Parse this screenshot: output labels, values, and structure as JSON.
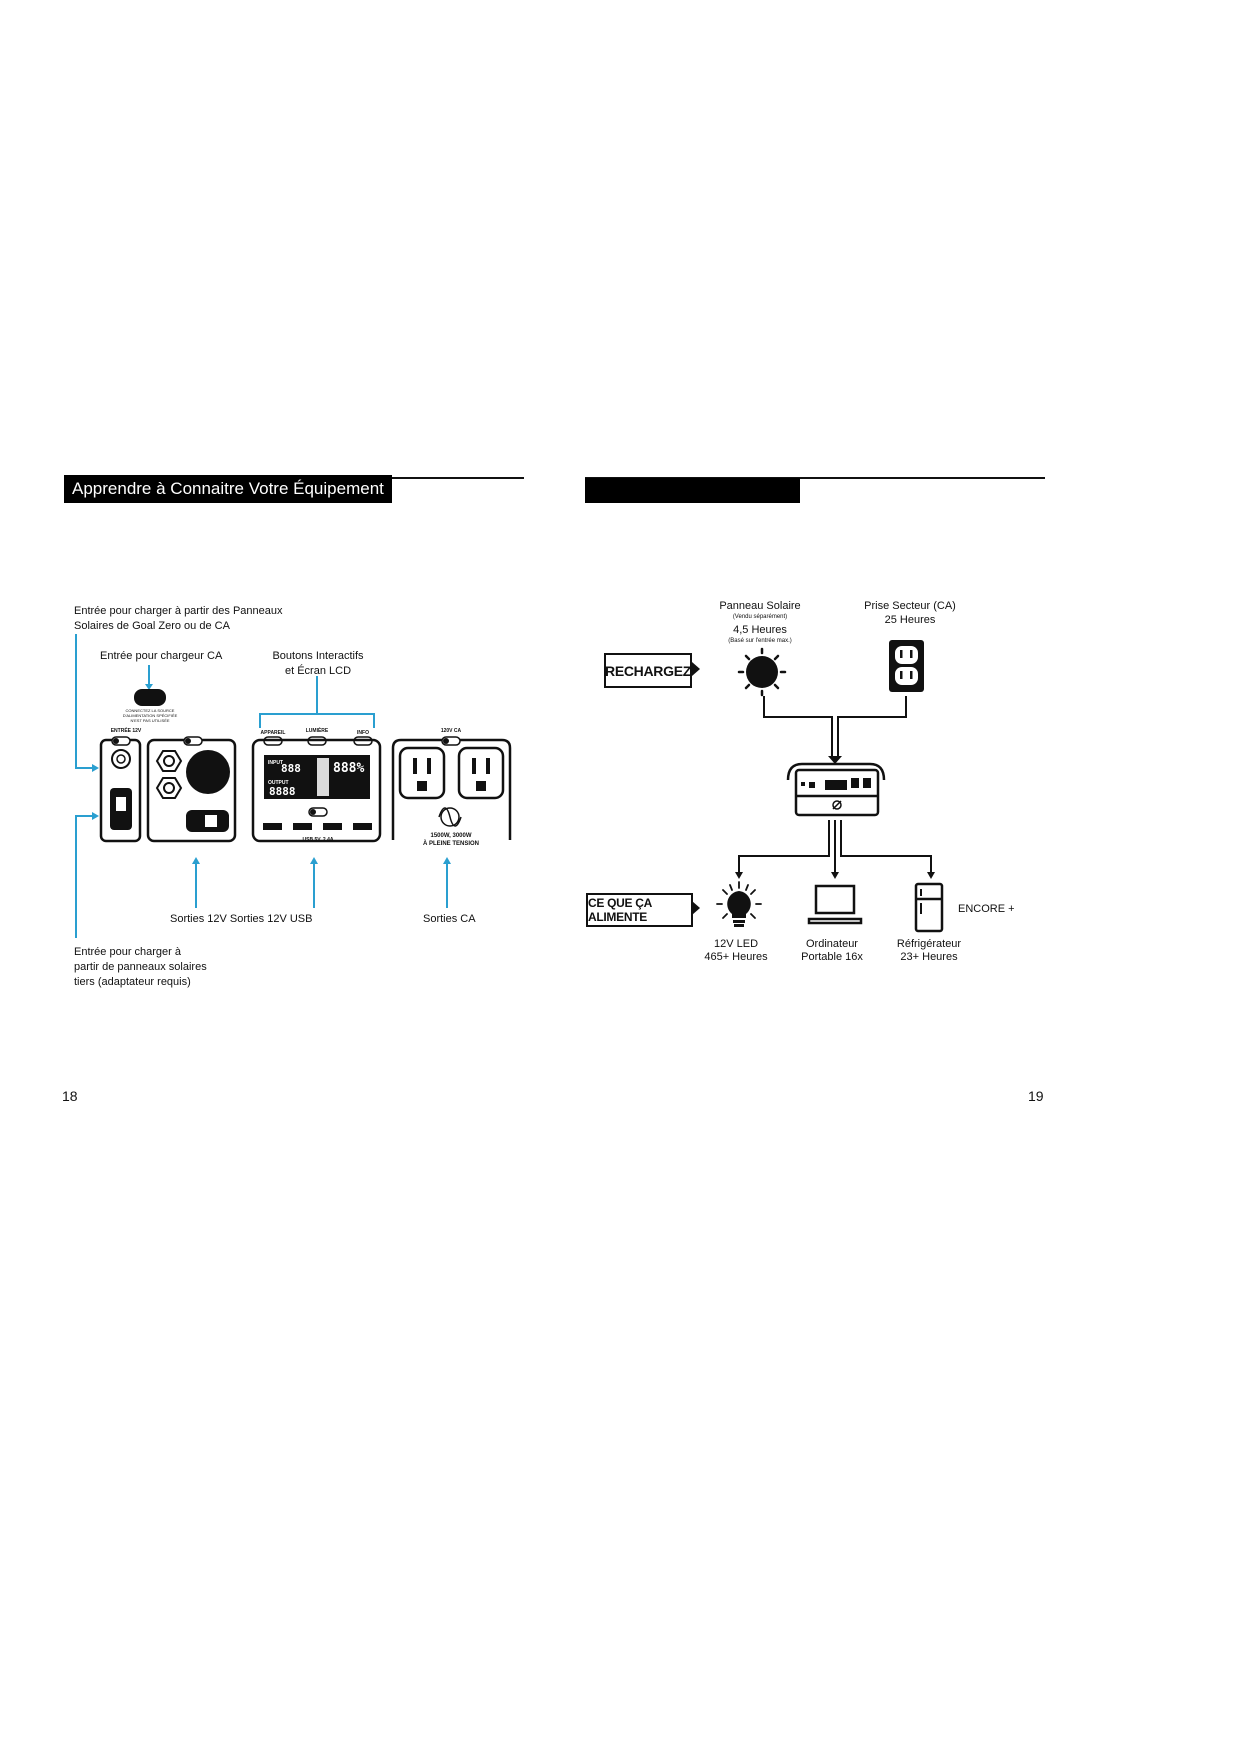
{
  "left_page": {
    "header": "Apprendre à Connaitre Votre Équipement",
    "page_number": "18",
    "labels": {
      "solar_input": "Entrée pour charger à partir des Panneaux\nSolaires de Goal Zero ou de CA",
      "ac_charger": "Entrée pour chargeur CA",
      "buttons_lcd": "Boutons Interactifs\net Écran LCD",
      "outputs_12v_usb": "Sorties 12V Sorties 12V USB",
      "outputs_ac": "Sorties CA",
      "third_party_solar": "Entrée pour charger à\npartir de panneaux solaires\ntiers (adaptateur requis)"
    },
    "device": {
      "entree_12v": "ENTRÉE 12V",
      "ac_port_note": "CONNECTEZ LA SOURCE\nD'ALIMENTATION SPÉCIFIÉE\nN'EST PAS UTILISÉE",
      "btn_appareil": "APPAREIL",
      "btn_lumiere": "LUMIÈRE",
      "btn_info": "INFO",
      "lcd_input": "INPUT",
      "lcd_output": "OUTPUT",
      "lcd_digits_in": "888",
      "lcd_digits_out": "8888",
      "lcd_percent": "888%",
      "usb_label": "USB 5V, 2.4A",
      "ac_label": "120V CA",
      "ac_rating": "1500W, 3000W\nÀ PLEINE TENSION"
    }
  },
  "right_page": {
    "page_number": "19",
    "recharge_label": "RECHARGEZ",
    "powers_label": "CE QUE ÇA ALIMENTE",
    "solar": {
      "title": "Panneau Solaire",
      "note": "(Vendu séparément)",
      "time": "4,5 Heures",
      "footnote": "(Basé sur l'entrée max.)"
    },
    "wall": {
      "title": "Prise Secteur (CA)",
      "time": "25 Heures"
    },
    "devices": [
      {
        "line1": "12V LED",
        "line2": "465+ Heures",
        "icon": "lightbulb-icon"
      },
      {
        "line1": "Ordinateur",
        "line2": "Portable 16x",
        "icon": "laptop-icon"
      },
      {
        "line1": "Réfrigérateur",
        "line2": "23+ Heures",
        "icon": "fridge-icon"
      }
    ],
    "more": "ENCORE +"
  },
  "colors": {
    "accent_blue": "#2a9fd0",
    "ink": "#111111"
  }
}
